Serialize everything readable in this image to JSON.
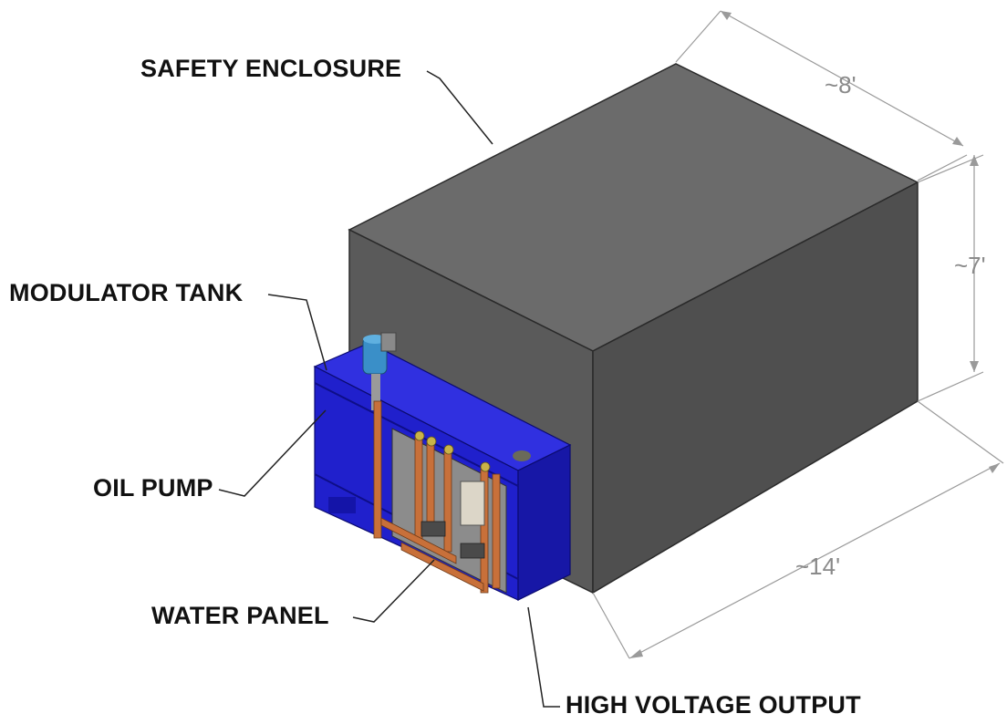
{
  "callouts": {
    "safety_enclosure": "SAFETY ENCLOSURE",
    "modulator_tank": "MODULATOR TANK",
    "oil_pump": "OIL PUMP",
    "water_panel": "WATER PANEL",
    "high_voltage_output": "HIGH VOLTAGE OUTPUT"
  },
  "dimensions": {
    "depth": "~8'",
    "height": "~7'",
    "length": "~14'"
  },
  "colors": {
    "enclosure_top": "#6b6b6b",
    "enclosure_left": "#575757",
    "enclosure_right": "#4e4e4e",
    "tank_blue": "#2323d6",
    "tank_dark_blue": "#1414a8",
    "pipe_copper": "#c8703a",
    "dimension_gray": "#9a9a9a"
  }
}
